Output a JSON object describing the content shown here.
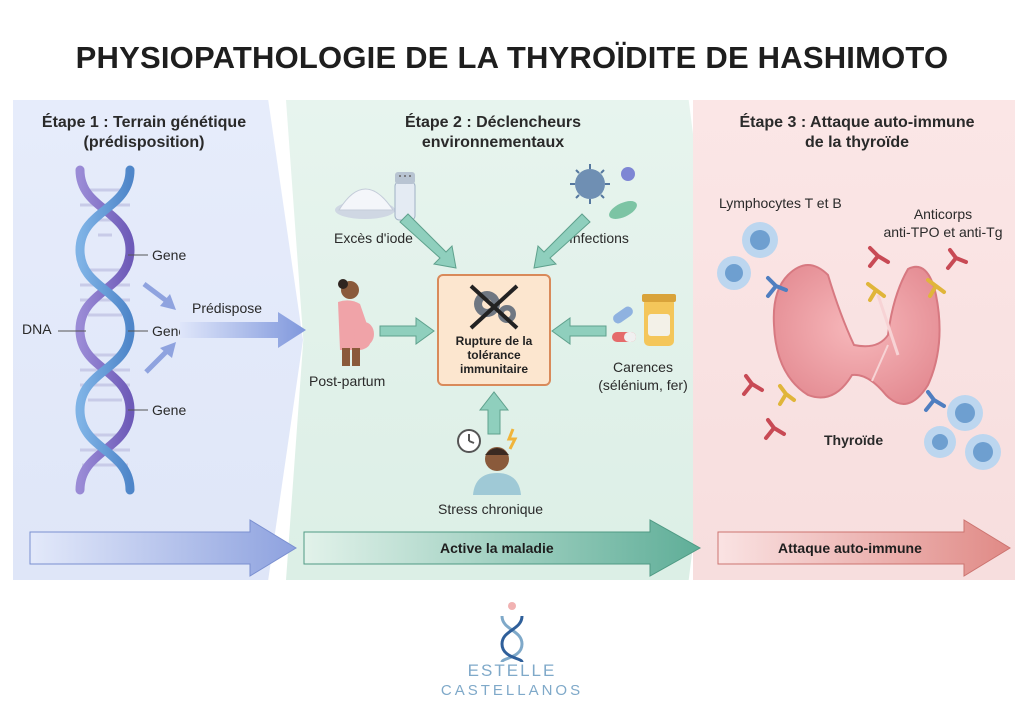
{
  "title": "PHYSIOPATHOLOGIE DE LA THYROÏDITE DE HASHIMOTO",
  "stage1": {
    "heading_line1": "Étape 1 : Terrain génétique",
    "heading_line2": "(prédisposition)",
    "dna": "DNA",
    "gene": [
      "Gene",
      "Gene",
      "Gene"
    ],
    "arrow_label": "Prédispose"
  },
  "stage2": {
    "heading_line1": "Étape 2 : Déclencheurs",
    "heading_line2": "environnementaux",
    "iodine": "Excès d'iode",
    "infections": "Infections",
    "postpartum": "Post-partum",
    "deficiency_line1": "Carences",
    "deficiency_line2": "(sélénium, fer)",
    "stress": "Stress chronique",
    "core_line1": "Rupture de la",
    "core_line2": "tolérance",
    "core_line3": "immunitaire",
    "band": "Active la maladie"
  },
  "stage3": {
    "heading_line1": "Étape 3 : Attaque auto-immune",
    "heading_line2": "de la thyroïde",
    "lymphocytes": "Lymphocytes T et B",
    "antibodies_line1": "Anticorps",
    "antibodies_line2": "anti-TPO et anti-Tg",
    "thyroid": "Thyroïde",
    "band": "Attaque auto-immune"
  },
  "logo": {
    "line1": "ESTELLE",
    "line2": "CASTELLANOS"
  },
  "colors": {
    "stage1_bg": "#e3e9fa",
    "stage2_bg": "#e2f2ea",
    "stage3_bg": "#fae3e3",
    "blue_arrow": "#8fa3df",
    "green_arrow": "#5fae98",
    "red_arrow": "#e08a86",
    "core_border": "#d98a5a",
    "core_fill": "#fce6cf"
  }
}
